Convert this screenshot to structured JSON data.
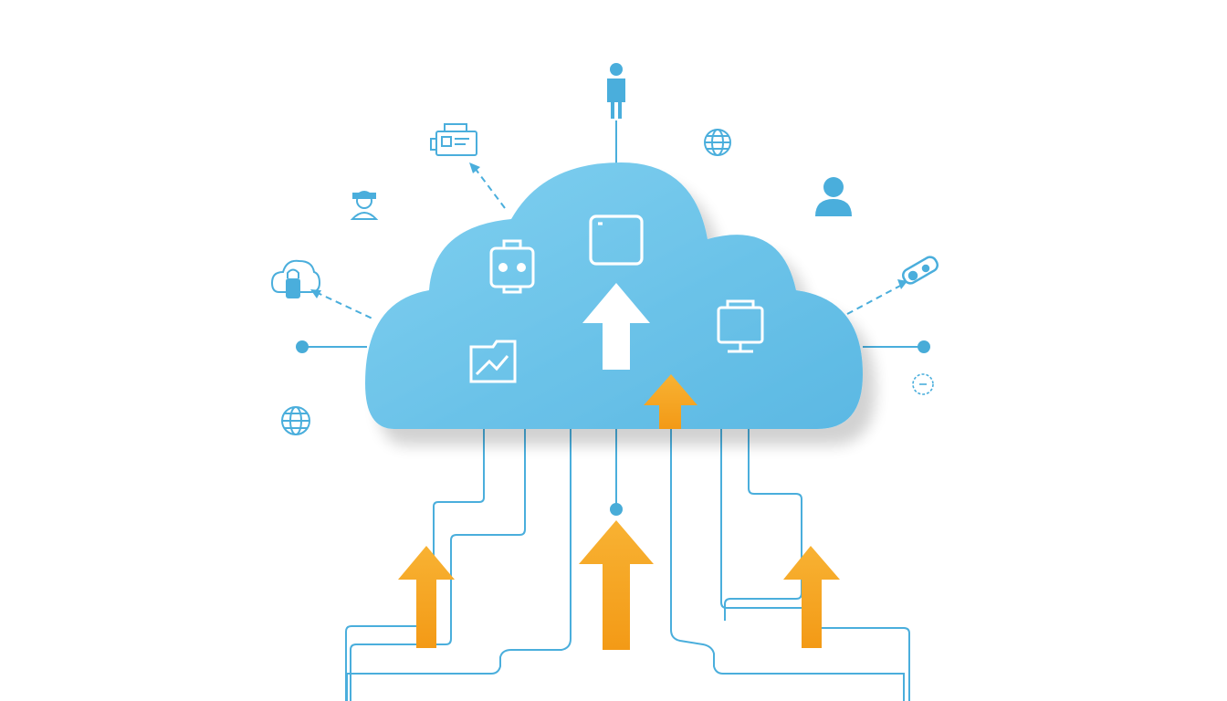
{
  "diagram": {
    "colors": {
      "background": "#ffffff",
      "cloud_fill": "#6cc6ea",
      "cloud_fill_dark": "#54b5e0",
      "line": "#48acd8",
      "icon_stroke": "#4aaedc",
      "icon_on_cloud": "#ffffff",
      "arrow_orange": "#f7a928",
      "arrow_orange_dark": "#f29a18",
      "arrow_white": "#ffffff"
    },
    "central_node": {
      "name": "cloud",
      "glyph": "cloud-shape"
    },
    "icons_on_cloud": [
      "robot-icon",
      "window-icon",
      "chart-icon",
      "monitor-icon",
      "upload-arrow-icon"
    ],
    "peripheral_icons": [
      "person-icon",
      "printer-icon",
      "globe-icon",
      "support-agent-icon",
      "user-avatar-icon",
      "cloud-lock-icon",
      "usb-key-icon",
      "globe-small-icon",
      "gear-circle-icon"
    ],
    "arrows": [
      {
        "name": "arrow-left",
        "direction": "up"
      },
      {
        "name": "arrow-center",
        "direction": "up"
      },
      {
        "name": "arrow-right",
        "direction": "up"
      },
      {
        "name": "arrow-cloud-small",
        "direction": "up"
      }
    ],
    "connection_style": {
      "dashed_links": [
        "printer",
        "cloud-lock",
        "usb-key"
      ],
      "solid_links": [
        "person",
        "left-node",
        "right-node",
        "bottom-node"
      ]
    }
  }
}
